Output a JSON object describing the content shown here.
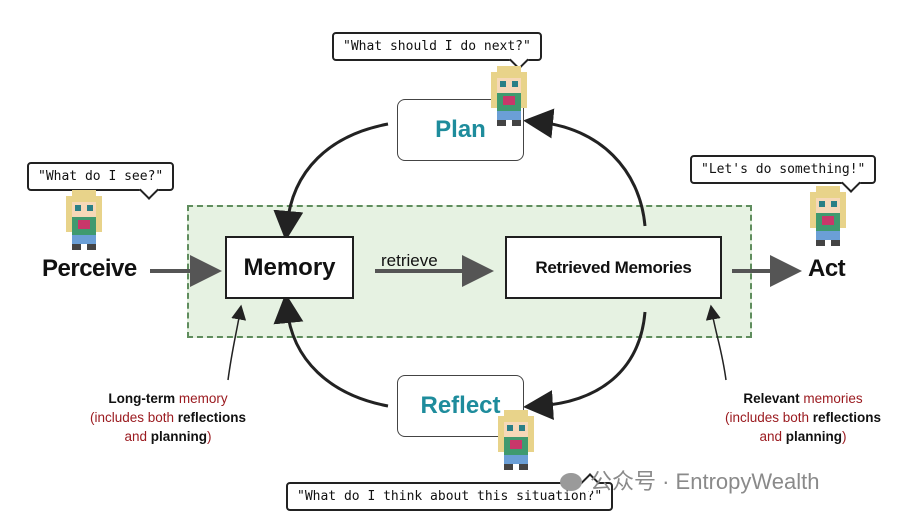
{
  "nodes": {
    "memory": "Memory",
    "retrieved": "Retrieved Memories",
    "plan": "Plan",
    "reflect": "Reflect",
    "perceive": "Perceive",
    "act": "Act"
  },
  "edges": {
    "retrieve": "retrieve"
  },
  "speech": {
    "plan": "\"What should I do next?\"",
    "perceive": "\"What do I see?\"",
    "act": "\"Let's do something!\"",
    "reflect": "\"What do I think about this situation?\""
  },
  "notes": {
    "left": {
      "strong1": "Long-term",
      "red1": " memory",
      "red2": "(includes both ",
      "strong2": "reflections",
      "red3": "and ",
      "strong3": "planning",
      "red4": ")"
    },
    "right": {
      "strong1": "Relevant",
      "red1": " memories",
      "red2": "(includes both ",
      "strong2": "reflections",
      "red3": "and ",
      "strong3": "planning",
      "red4": ")"
    }
  },
  "watermark": "公众号 · EntropyWealth",
  "colors": {
    "accent_teal": "#1e8c9c",
    "zone_fill": "#e6f2e2",
    "zone_border": "#5f8d5d",
    "note_red": "#9b1b20"
  },
  "icons": [
    "pixel-agent-icon",
    "wechat-icon"
  ]
}
